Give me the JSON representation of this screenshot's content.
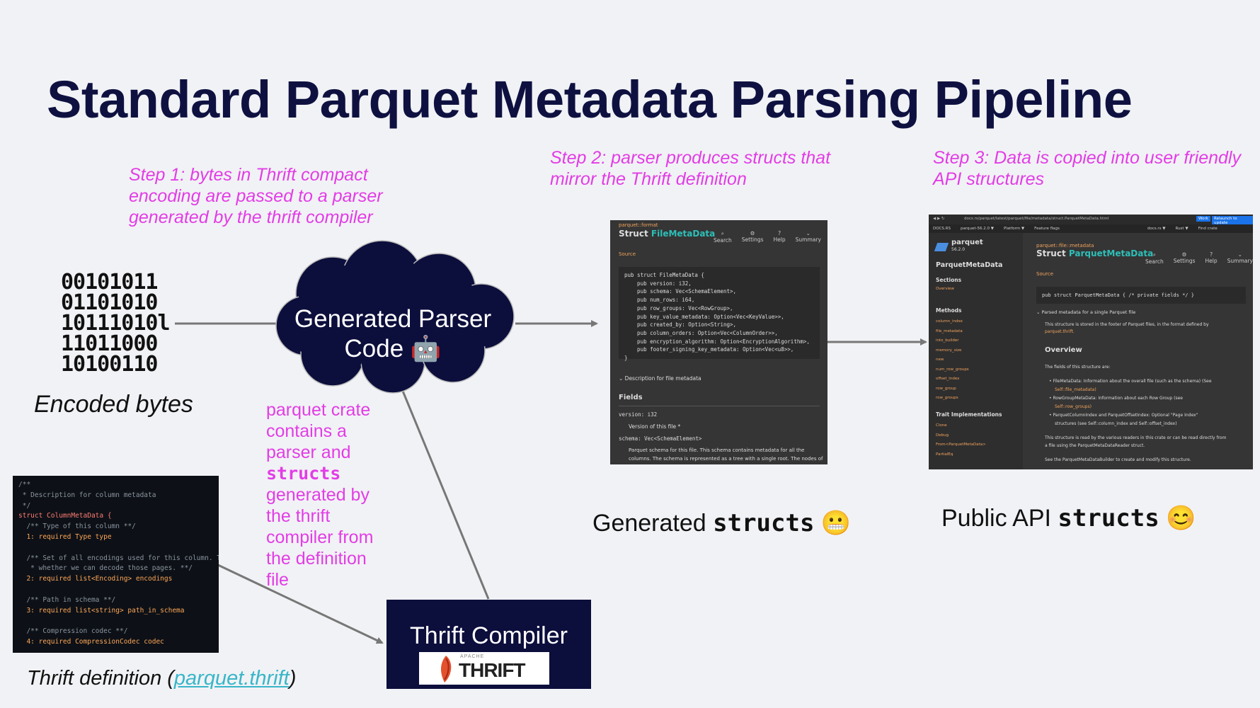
{
  "title": "Standard Parquet Metadata Parsing Pipeline",
  "steps": {
    "step1": [
      "Step 1: bytes in Thrift compact",
      "encoding are passed to a parser",
      "generated by the thrift compiler"
    ],
    "step2": [
      "Step 2: parser produces structs that",
      "mirror the Thrift definition"
    ],
    "step3": [
      "Step 3: Data is copied into user friendly",
      "API structures"
    ]
  },
  "encoded_bytes": {
    "lines": [
      "00101011",
      "01101010",
      "10111010l",
      "11011000",
      "10100110"
    ],
    "caption": "Encoded bytes"
  },
  "cloud": {
    "line1": "Generated Parser",
    "line2": "Code",
    "emoji": "🤖"
  },
  "parquet_note": {
    "before": [
      "parquet crate",
      "contains a",
      "parser and"
    ],
    "mono": "structs",
    "after": [
      "generated by",
      "the thrift",
      "compiler from",
      "the definition",
      "file"
    ]
  },
  "thrift_code": [
    "/**",
    " * Description for column metadata",
    " */",
    "struct ColumnMetaData {",
    "  /** Type of this column **/",
    "  1: required Type type",
    "",
    "  /** Set of all encodings used for this column. Th",
    "   * whether we can decode those pages. **/",
    "  2: required list<Encoding> encodings",
    "",
    "  /** Path in schema **/",
    "  3: required list<string> path_in_schema",
    "",
    "  /** Compression codec **/",
    "  4: required CompressionCodec codec"
  ],
  "thrift_caption": {
    "prefix": "Thrift definition (",
    "link": "parquet.thrift",
    "suffix": ")"
  },
  "compiler": {
    "label": "Thrift Compiler",
    "logo_small": "APACHE",
    "logo_big": "THRIFT"
  },
  "generated_doc": {
    "crumb": "parquet::format",
    "kind": "Struct",
    "name": "FileMetaData",
    "source": "Source",
    "tools": [
      "Search",
      "Settings",
      "Help",
      "Summary"
    ],
    "code": [
      "pub struct FileMetaData {",
      "    pub version: i32,",
      "    pub schema: Vec<SchemaElement>,",
      "    pub num_rows: i64,",
      "    pub row_groups: Vec<RowGroup>,",
      "    pub key_value_metadata: Option<Vec<KeyValue>>,",
      "    pub created_by: Option<String>,",
      "    pub column_orders: Option<Vec<ColumnOrder>>,",
      "    pub encryption_algorithm: Option<EncryptionAlgorithm>,",
      "    pub footer_signing_key_metadata: Option<Vec<u8>>,",
      "}"
    ],
    "description": "Description for file metadata",
    "fields_heading": "Fields",
    "field1": "version: i32",
    "field1_doc": "Version of this file *",
    "field2": "schema: Vec<SchemaElement>",
    "field2_doc": "Parquet schema for this file. This schema contains metadata for all the",
    "field2_doc2": "columns. The schema is represented as a tree with a single root. The nodes of"
  },
  "generated_caption": {
    "prefix": "Generated ",
    "mono": "structs",
    "emoji": "😬"
  },
  "api_doc": {
    "url": "docs.rs/parquet/latest/parquet/file/metadata/struct.ParquetMetaData.html",
    "toolbar": [
      "DOCS.RS",
      "parquet-56.2.0 ▼",
      "Platform ▼",
      "Feature flags",
      "docs.rs ▼",
      "Rust ▼",
      "Find crate"
    ],
    "crate": "parquet",
    "version": "56.2.0",
    "sidebar_title": "ParquetMetaData",
    "sections_heading": "Sections",
    "sections": [
      "Overview"
    ],
    "methods_heading": "Methods",
    "methods": [
      "column_index",
      "file_metadata",
      "into_builder",
      "memory_size",
      "new",
      "num_row_groups",
      "offset_index",
      "row_group",
      "row_groups"
    ],
    "traits_heading": "Trait Implementations",
    "traits": [
      "Clone",
      "Debug",
      "From<ParquetMetaData>",
      "PartialEq"
    ],
    "crumb": "parquet::file::metadata",
    "kind": "Struct",
    "name": "ParquetMetaData",
    "source": "Source",
    "tools": [
      "Search",
      "Settings",
      "Help",
      "Summary"
    ],
    "decl": "pub struct ParquetMetaData { /* private fields */ }",
    "summary": "Parsed metadata for a single Parquet file",
    "stored": "This structure is stored in the footer of Parquet files, in the format defined by",
    "stored_link": "parquet.thrift.",
    "overview": "Overview",
    "fields_intro": "The fields of this structure are:",
    "bullets": [
      "FileMetaData: Information about the overall file (such as the schema) (See",
      "Self::file_metadata)",
      "RowGroupMetaData: Information about each Row Group (see",
      "Self::row_groups)",
      "ParquetColumnIndex and ParquetOffsetIndex: Optional \"Page Index\"",
      "structures (see Self::column_index and Self::offset_index)"
    ],
    "read1": "This structure is read by the various readers in this crate or can be read directly from",
    "read2": "a file using the ParquetMetaDataReader struct.",
    "see": "See the ParquetMetaDataBuilder to create and modify this structure.",
    "work": "Work",
    "relaunch": "Relaunch to update"
  },
  "api_caption": {
    "prefix": "Public API ",
    "mono": "structs",
    "emoji": "😊"
  },
  "colors": {
    "title": "#0e1140",
    "accent": "#e23de6",
    "dark": "#0c0e3c",
    "arrow": "#777777"
  }
}
